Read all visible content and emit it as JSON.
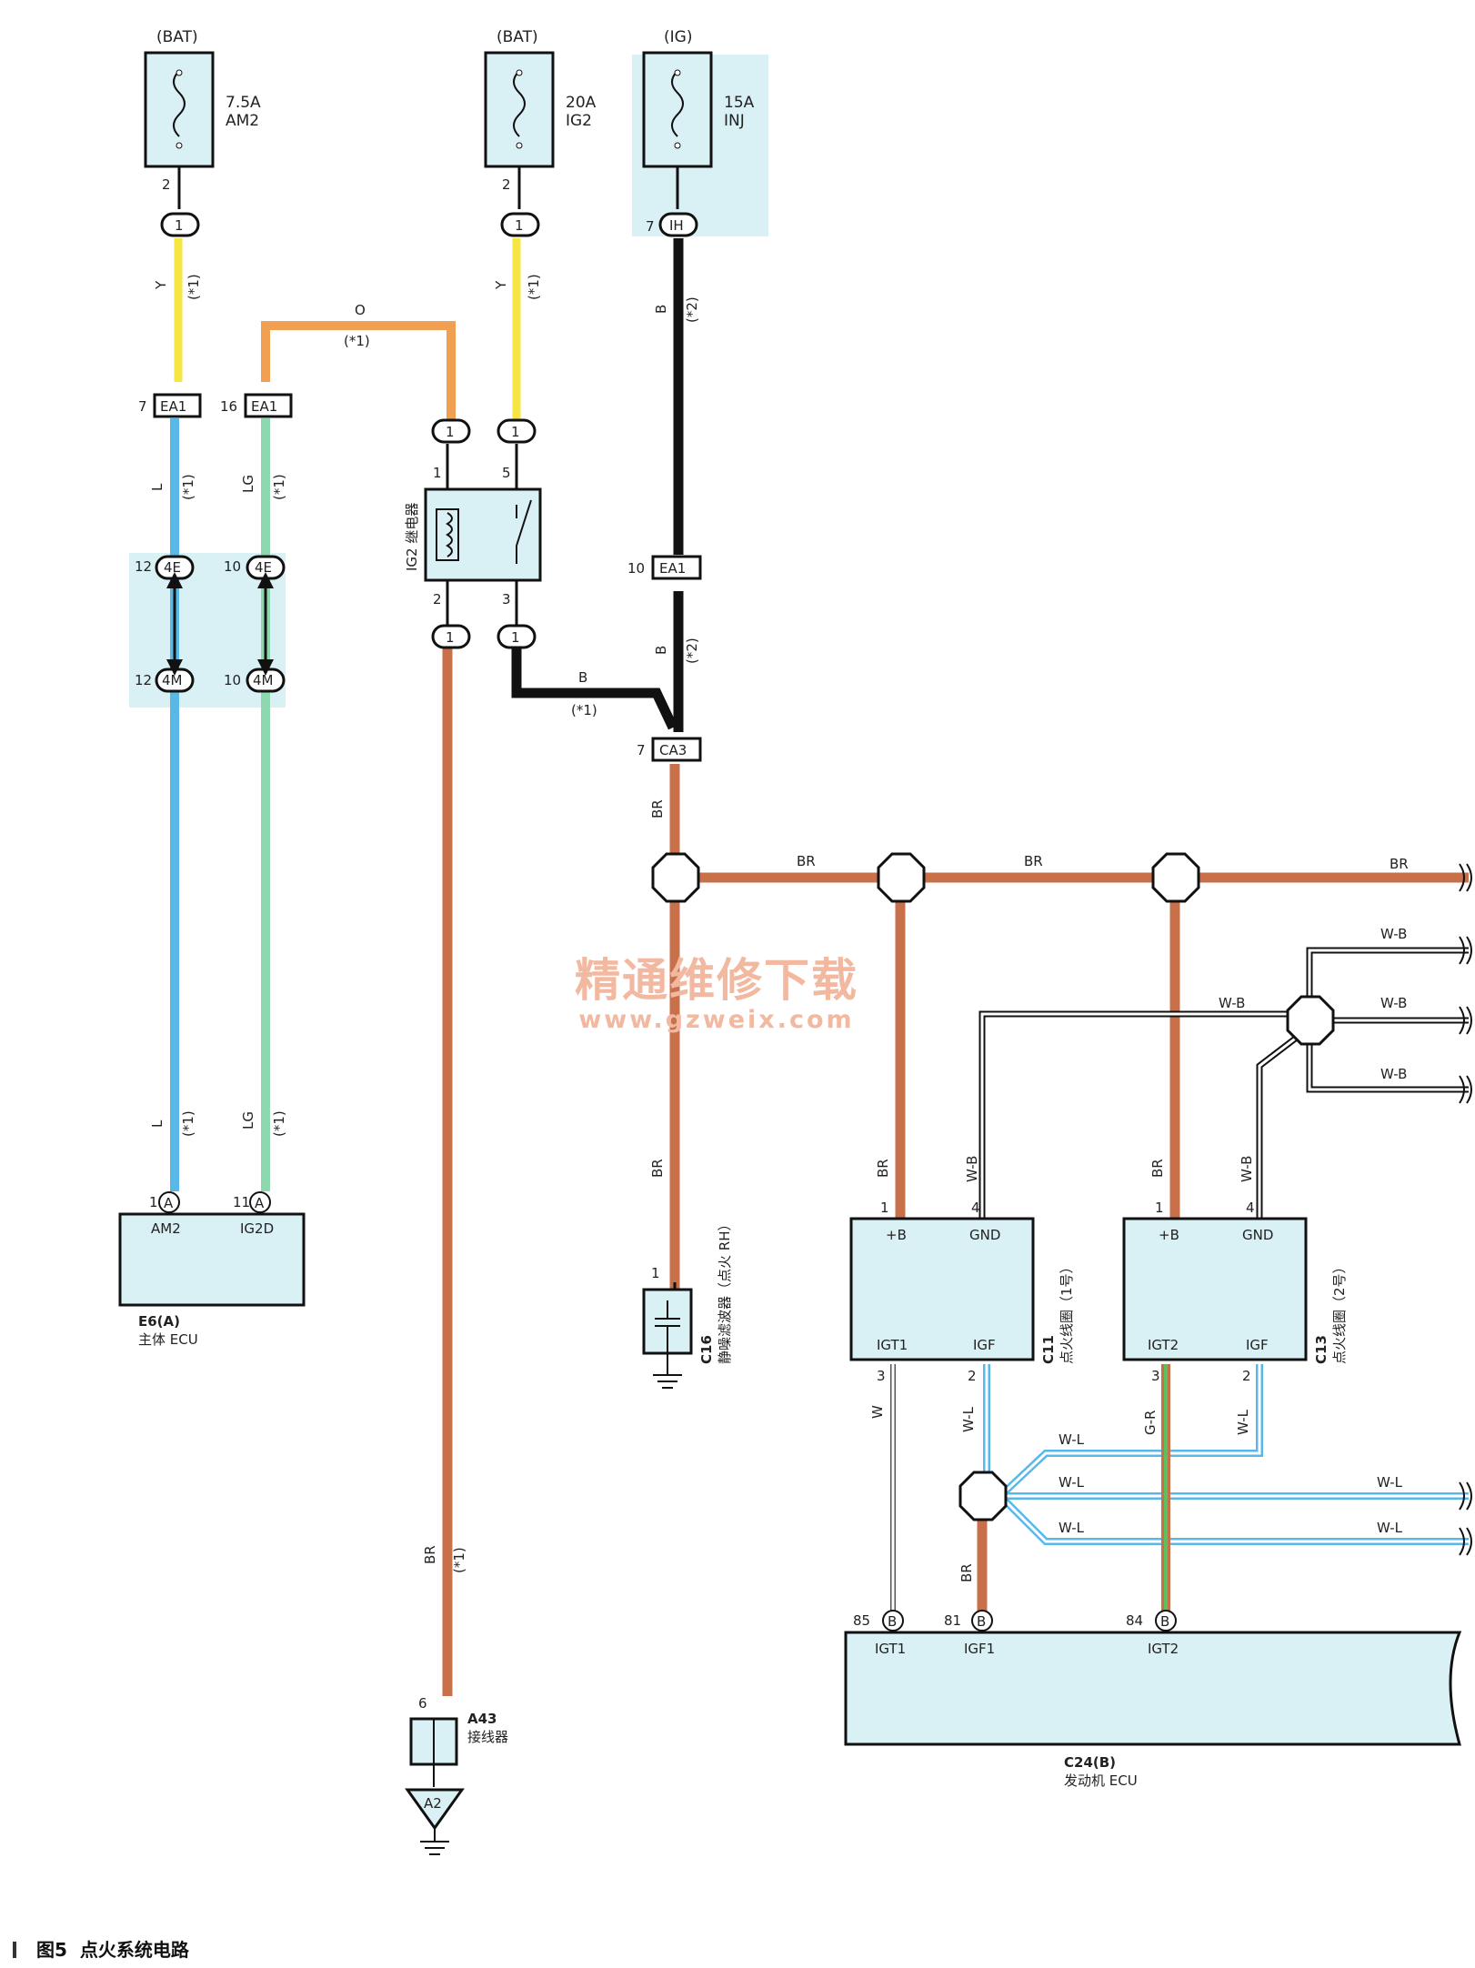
{
  "sources": {
    "bat1": "(BAT)",
    "bat2": "(BAT)",
    "ig": "(IG)"
  },
  "fuses": [
    {
      "rating": "7.5A",
      "name": "AM2"
    },
    {
      "rating": "20A",
      "name": "IG2"
    },
    {
      "rating": "15A",
      "name": "INJ"
    }
  ],
  "connectors": {
    "ea1": "EA1",
    "e4": "4E",
    "m4": "4M",
    "ih": "IH",
    "ca3": "CA3",
    "b": "B",
    "a": "A",
    "a2": "A2"
  },
  "wires": {
    "y": "Y",
    "o": "O",
    "l": "L",
    "lg": "LG",
    "b": "B",
    "br": "BR",
    "wb": "W-B",
    "wl": "W-L",
    "w": "W",
    "gr": "G-R",
    "n1": "(*1)",
    "n2": "(*2)"
  },
  "pins": {
    "p1": "1",
    "p2": "2",
    "p3": "3",
    "p4": "4",
    "p5": "5",
    "p6": "6",
    "p7": "7",
    "p10": "10",
    "p11": "11",
    "p12": "12",
    "p16": "16",
    "p81": "81",
    "p84": "84",
    "p85": "85"
  },
  "relay": {
    "name": "IG2 继电器"
  },
  "body_ecu": {
    "code": "E6(A)",
    "name": "主体 ECU",
    "pins": [
      "AM2",
      "IG2D"
    ]
  },
  "noise_filter": {
    "code": "C16",
    "name": "静噪滤波器（点火 RH）"
  },
  "coil1": {
    "code": "C11",
    "name": "点火线圈（1号）",
    "pins": [
      "+B",
      "GND",
      "IGT1",
      "IGF"
    ]
  },
  "coil2": {
    "code": "C13",
    "name": "点火线圈（2号）",
    "pins": [
      "+B",
      "GND",
      "IGT2",
      "IGF"
    ]
  },
  "engine_ecu": {
    "code": "C24(B)",
    "name": "发动机 ECU",
    "pins": [
      "IGT1",
      "IGF1",
      "IGT2"
    ]
  },
  "junction": {
    "code": "A43",
    "name": "接线器"
  },
  "watermark": {
    "cn": "精通维修下载",
    "url": "www.gzweix.com"
  },
  "caption": {
    "number": "图5",
    "title": "点火系统电路"
  },
  "colors": {
    "yellow": "#f5e642",
    "orange": "#f0a050",
    "blue": "#5ab8e8",
    "lightgreen": "#8ed8b0",
    "black": "#111111",
    "brown": "#c8704a",
    "box": "#d9f0f4"
  }
}
